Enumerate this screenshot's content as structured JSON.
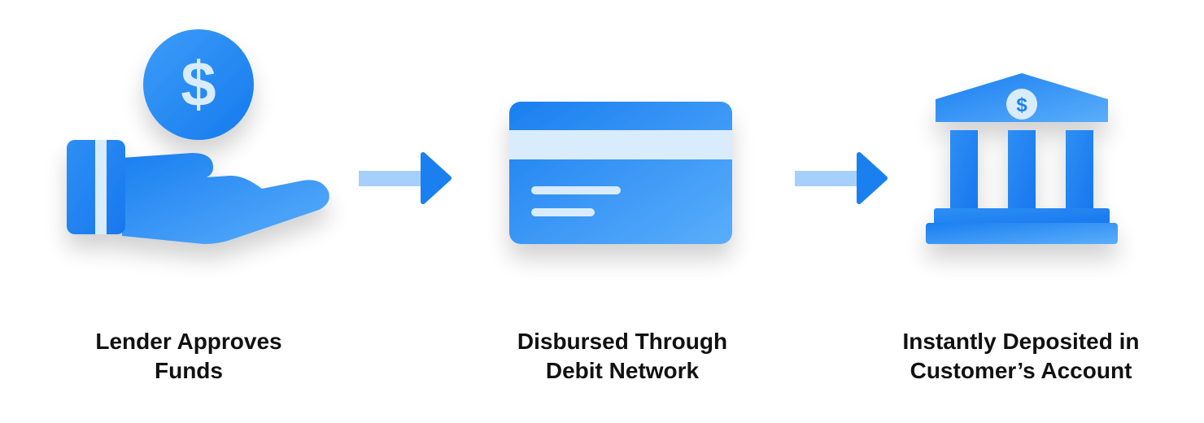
{
  "steps": [
    {
      "icon": "hand-with-dollar-coin-icon",
      "coin_symbol": "$",
      "label_lines": [
        "Lender Approves",
        "Funds"
      ]
    },
    {
      "icon": "debit-card-icon",
      "label_lines": [
        "Disbursed Through",
        "Debit Network"
      ]
    },
    {
      "icon": "bank-building-icon",
      "coin_symbol": "$",
      "label_lines": [
        "Instantly Deposited in",
        "Customer’s Account"
      ]
    }
  ],
  "connectors": [
    "arrow-right-icon",
    "arrow-right-icon"
  ],
  "colors": {
    "primary": "#1a80f0",
    "primary_light": "#4aa6fb",
    "accent_pale": "#d9ecfd",
    "arrow_shaft": "#a6d0fb",
    "text": "#111111"
  }
}
